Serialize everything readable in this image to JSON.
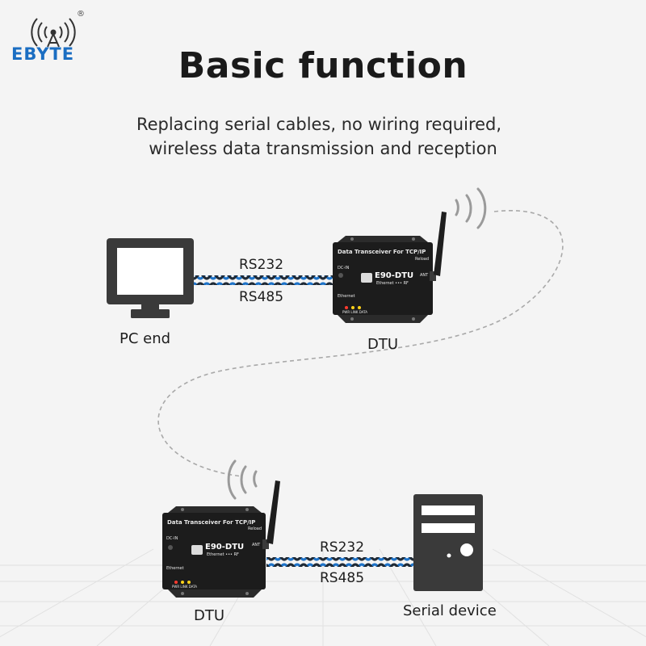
{
  "brand": {
    "logo_text": "EBYTE",
    "registered_mark": "®",
    "color": "#1b6ec2"
  },
  "header": {
    "title": "Basic function",
    "subtitle_line1": "Replacing serial cables, no wiring required,",
    "subtitle_line2": "wireless data transmission and reception"
  },
  "nodes": {
    "pc_label": "PC end",
    "dtu_top_label": "DTU",
    "dtu_bottom_label": "DTU",
    "serial_label": "Serial device"
  },
  "links": {
    "top_rs232": "RS232",
    "top_rs485": "RS485",
    "bottom_rs232": "RS232",
    "bottom_rs485": "RS485"
  },
  "device": {
    "header_text": "Data Transceiver For TCP/IP",
    "model": "E90-DTU",
    "model_sub": "Ethernet ••• RF",
    "port_dc": "DC-IN",
    "port_reload": "Reload",
    "port_ant": "ANT",
    "port_ethernet": "Ethernet",
    "led_labels": "PWR  LINK  DATA"
  },
  "colors": {
    "background": "#f4f4f4",
    "cable_blue": "#1e73c8",
    "cable_dark": "#1f2a36",
    "device_body": "#1e1e1e",
    "monitor": "#3c3c3c"
  }
}
